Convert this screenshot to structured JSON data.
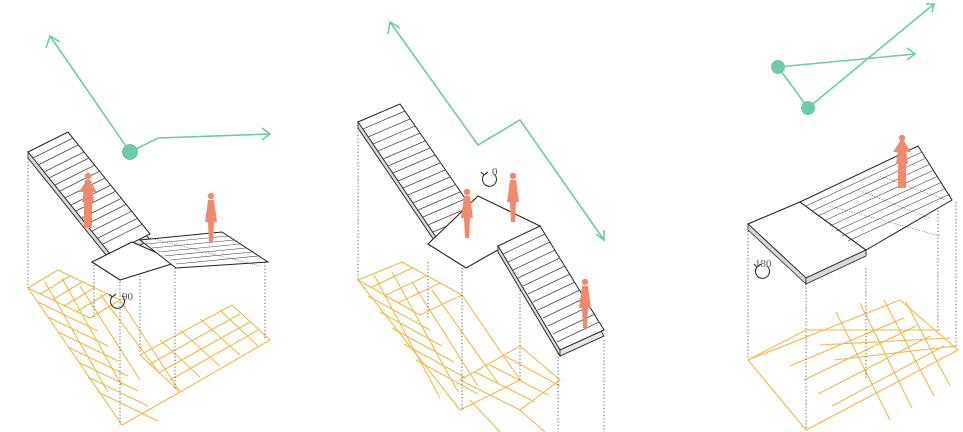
{
  "diagrams": [
    {
      "rotation_label": "90"
    },
    {
      "rotation_label": "0"
    },
    {
      "rotation_label": "180"
    }
  ],
  "colors": {
    "path": "#6ccbaa",
    "grid": "#f2b84b",
    "person": "#f08a6a",
    "outline": "#222222"
  },
  "icons": [
    "rotation-arrow-icon",
    "person-icon",
    "direction-arrow-icon"
  ]
}
